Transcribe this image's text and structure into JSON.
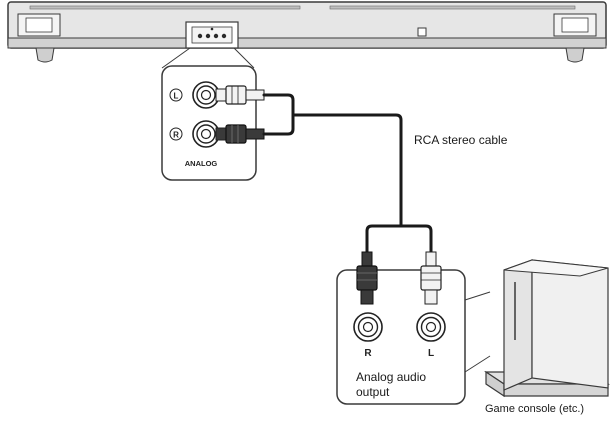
{
  "labels": {
    "cable": "RCA stereo cable",
    "analog_output_line1": "Analog audio",
    "analog_output_line2": "output",
    "game_console": "Game console (etc.)"
  },
  "soundbar_jacks": {
    "left": "L",
    "right": "R",
    "panel_label": "ANALOG"
  },
  "console_jacks": {
    "right": "R",
    "left": "L"
  },
  "colors": {
    "outline": "#3a3a3a",
    "bar_body": "#e6e6e6",
    "bar_shadow": "#c8c8c8",
    "cable": "#1a1a1a",
    "white_plug": "#f2f2f2",
    "black_plug": "#3a3a3a",
    "console_body": "#ededed"
  }
}
